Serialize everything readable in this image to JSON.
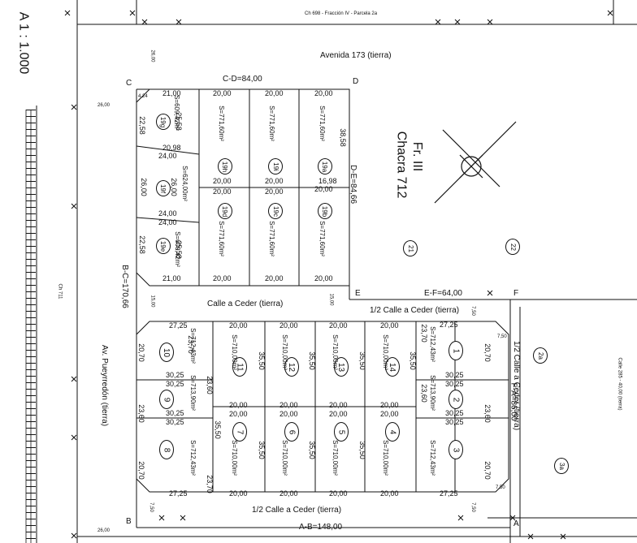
{
  "scale": "A 1 : 1.000",
  "header": {
    "parcel_ref": "Ch 698 - Fracción IV - Parcela 2a"
  },
  "streets": {
    "top": "Avenida 173 (tierra)",
    "middle": "Calle a Ceder (tierra)",
    "half_middle": "1/2 Calle a Ceder (tierra)",
    "half_bottom": "1/2 Calle a Ceder (tierra)",
    "half_right": "1/2 Calle a Ceder (tierra)",
    "left": "Av. Pueyrredón (tierra)"
  },
  "title": {
    "fraction": "Fr. III",
    "chacra": "Chacra 712"
  },
  "vertices": {
    "A": "A",
    "B": "B",
    "C": "C",
    "D": "D",
    "E": "E",
    "F": "F"
  },
  "edges": {
    "cd": "C-D=84,00",
    "de": "D-E=84,66",
    "ef": "E-F=64,00",
    "fa": "F-A=86,00",
    "ab": "A-B=148,00",
    "bc": "B-C=170,66"
  },
  "outer_labels": {
    "w26_top": "26,00",
    "w26_left_top": "26,00",
    "w26_left_bottom": "26,00",
    "w15_left": "15,00",
    "w15_mid": "15,00",
    "w7_50_bl": "7,50",
    "w7_50_br": "7,50",
    "w7_50_r1": "7,50",
    "w7_50_r2": "7,50",
    "w7_50_r3": "7,50",
    "ch_ref": "Ch 711",
    "right_clip": "Calle 285 - 40,00 (tierra)"
  },
  "chamfer": "4,24",
  "upper_block": {
    "lots": {
      "l19g": {
        "id": "19g",
        "area": "S=609,42m²"
      },
      "l19f": {
        "id": "19f",
        "area": "S=624,00m²"
      },
      "l19e": {
        "id": "19e",
        "area": "S=609,42m²"
      },
      "l19h": {
        "id": "19h",
        "area": "S=771,60m²"
      },
      "l19i": {
        "id": "19i",
        "area": "S=771,60m²"
      },
      "l19a": {
        "id": "19a",
        "area": "S=771,60m²"
      },
      "l19d": {
        "id": "19d",
        "area": "S=771,60m²"
      },
      "l19c": {
        "id": "19c",
        "area": "S=771,60m²"
      },
      "l19b": {
        "id": "19b",
        "area": "S=771,60m²"
      }
    },
    "dims": {
      "d21_top": "21,00",
      "d21_bot": "21,00",
      "d20_1": "20,00",
      "d20_2": "20,00",
      "d20_3": "20,00",
      "d20_4": "20,00",
      "d20_5": "20,00",
      "d20_6": "20,00",
      "d20_7": "20,00",
      "d20_8": "20,00",
      "d20_9": "20,00",
      "d20_10": "20,00",
      "d20_11": "20,00",
      "d20_98": "20,98",
      "d24_a": "24,00",
      "d24_b": "24,00",
      "d24_c": "24,00",
      "d16_98": "16,98",
      "d22_58a": "22,58",
      "d22_58b": "22,58",
      "d26": "26,00",
      "d26b": "26,00",
      "d25_58a": "25,58",
      "d25_58b": "25,58",
      "d38_58": "38,58"
    }
  },
  "lower_block": {
    "lots": {
      "l1": {
        "id": "1",
        "area": "S=712,43m²"
      },
      "l2": {
        "id": "2",
        "area": "S=713,90m²"
      },
      "l3": {
        "id": "3",
        "area": "S=712,43m²"
      },
      "l4": {
        "id": "4",
        "area": "S=710,00m²"
      },
      "l5": {
        "id": "5",
        "area": "S=710,00m²"
      },
      "l6": {
        "id": "6",
        "area": "S=710,00m²"
      },
      "l7": {
        "id": "7",
        "area": "S=710,00m²"
      },
      "l8": {
        "id": "8",
        "area": "S=712,43m²"
      },
      "l9": {
        "id": "9",
        "area": "S=713,90m²"
      },
      "l10": {
        "id": "10",
        "area": "S=712,43m²"
      },
      "l11": {
        "id": "11",
        "area": "S=710,00m²"
      },
      "l12": {
        "id": "12",
        "area": "S=710,00m²"
      },
      "l13": {
        "id": "13",
        "area": "S=710,00m²"
      },
      "l14": {
        "id": "14",
        "area": "S=710,00m²"
      }
    },
    "dims": {
      "d27_25": "27,25",
      "d30_25": "30,25",
      "d23_70": "23,70",
      "d20_70": "20,70",
      "d23_60": "23,60",
      "d35_50": "35,50",
      "d20": "20,00"
    }
  },
  "neighbors": {
    "n21": "21",
    "n22": "22",
    "n2a": "2a",
    "n3a": "3a"
  }
}
